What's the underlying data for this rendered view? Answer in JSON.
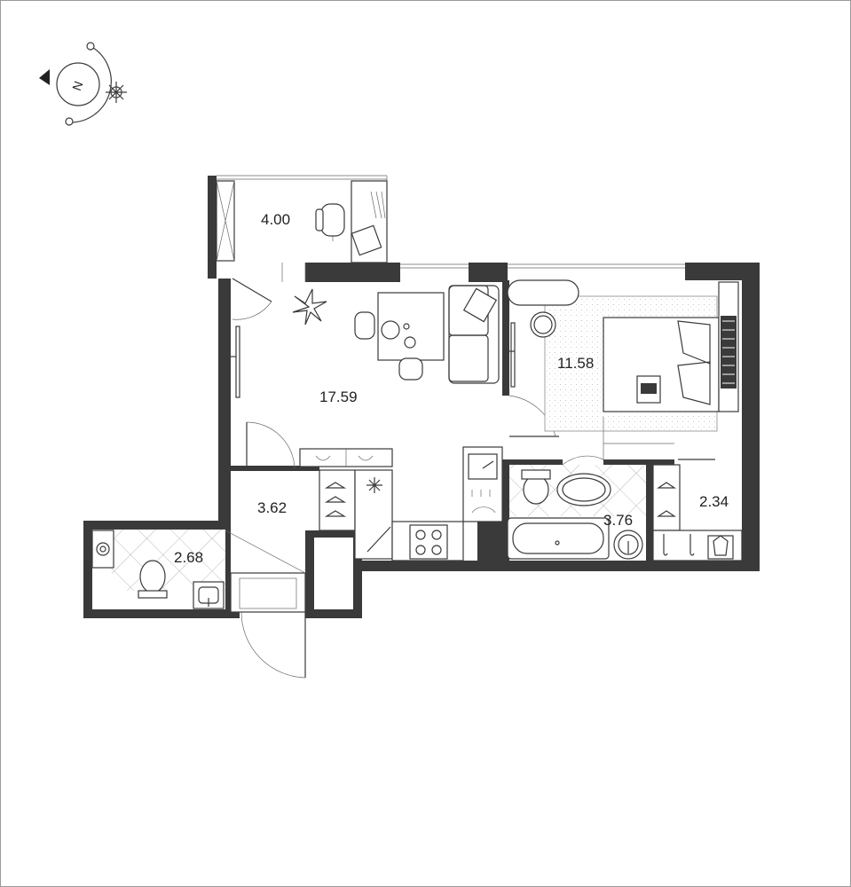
{
  "compass": {
    "letter": "N",
    "icon": "compass-icon"
  },
  "rooms": [
    {
      "id": "balcony",
      "area": "4.00"
    },
    {
      "id": "living-kitchen",
      "area": "17.59"
    },
    {
      "id": "bedroom",
      "area": "11.58"
    },
    {
      "id": "hallway",
      "area": "3.62"
    },
    {
      "id": "toilet-room",
      "area": "2.68"
    },
    {
      "id": "bathroom",
      "area": "3.76"
    },
    {
      "id": "wardrobe",
      "area": "2.34"
    }
  ],
  "icons": [
    "desk-chair-icon",
    "plant-icon",
    "dining-table-icon",
    "sofa-icon",
    "bed-icon",
    "armchair-icon",
    "fridge-icon",
    "stove-icon",
    "sink-icon",
    "toilet-icon",
    "bathtub-icon",
    "washing-machine-icon",
    "hanger-icon",
    "radiator-icon"
  ]
}
